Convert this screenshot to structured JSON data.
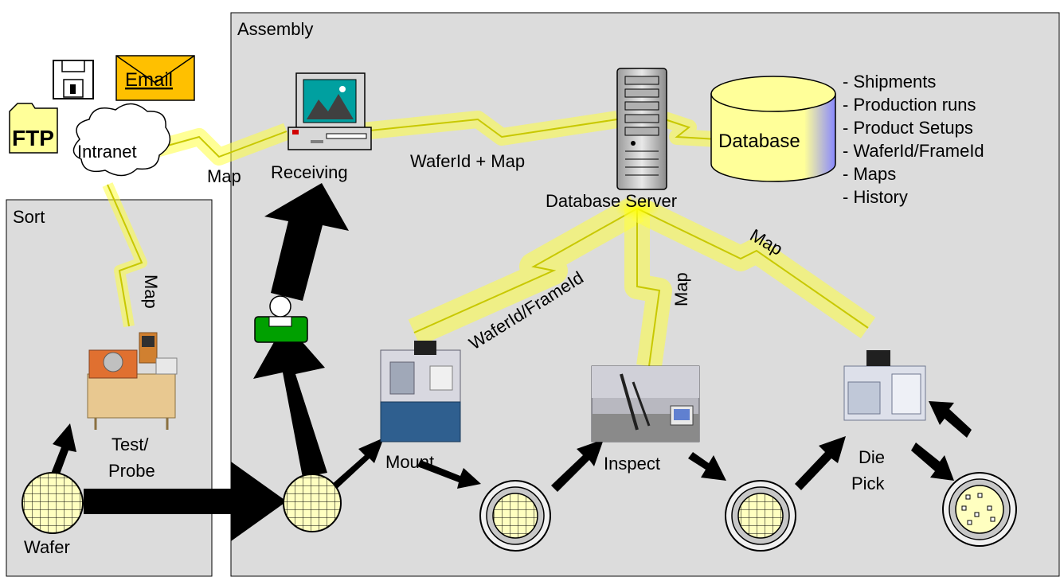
{
  "regions": {
    "assembly": "Assembly",
    "sort": "Sort"
  },
  "sources": {
    "email": "Email",
    "ftp": "FTP",
    "intranet": "Intranet"
  },
  "nodes": {
    "receiving": "Receiving",
    "database_server": "Database Server",
    "database": "Database",
    "test_probe_line1": "Test/",
    "test_probe_line2": "Probe",
    "wafer": "Wafer",
    "mount": "Mount",
    "inspect": "Inspect",
    "die_pick_line1": "Die",
    "die_pick_line2": "Pick"
  },
  "links": {
    "intranet_receiving": "Map",
    "receiving_server": "WaferId + Map",
    "probe_intranet": "Map",
    "server_mount": "WaferId/FrameId",
    "server_inspect": "Map",
    "server_diepick": "Map"
  },
  "database_contents": [
    "- Shipments",
    "- Production runs",
    "- Product Setups",
    "- WaferId/FrameId",
    "- Maps",
    "- History"
  ],
  "colors": {
    "region_fill": "#dcdcdc",
    "wafer_fill": "#ffffc0",
    "link_glow": "#ffff40",
    "email_fill": "#ffc000",
    "database_fill": "#ffff99",
    "operator_fill": "#00a000"
  }
}
